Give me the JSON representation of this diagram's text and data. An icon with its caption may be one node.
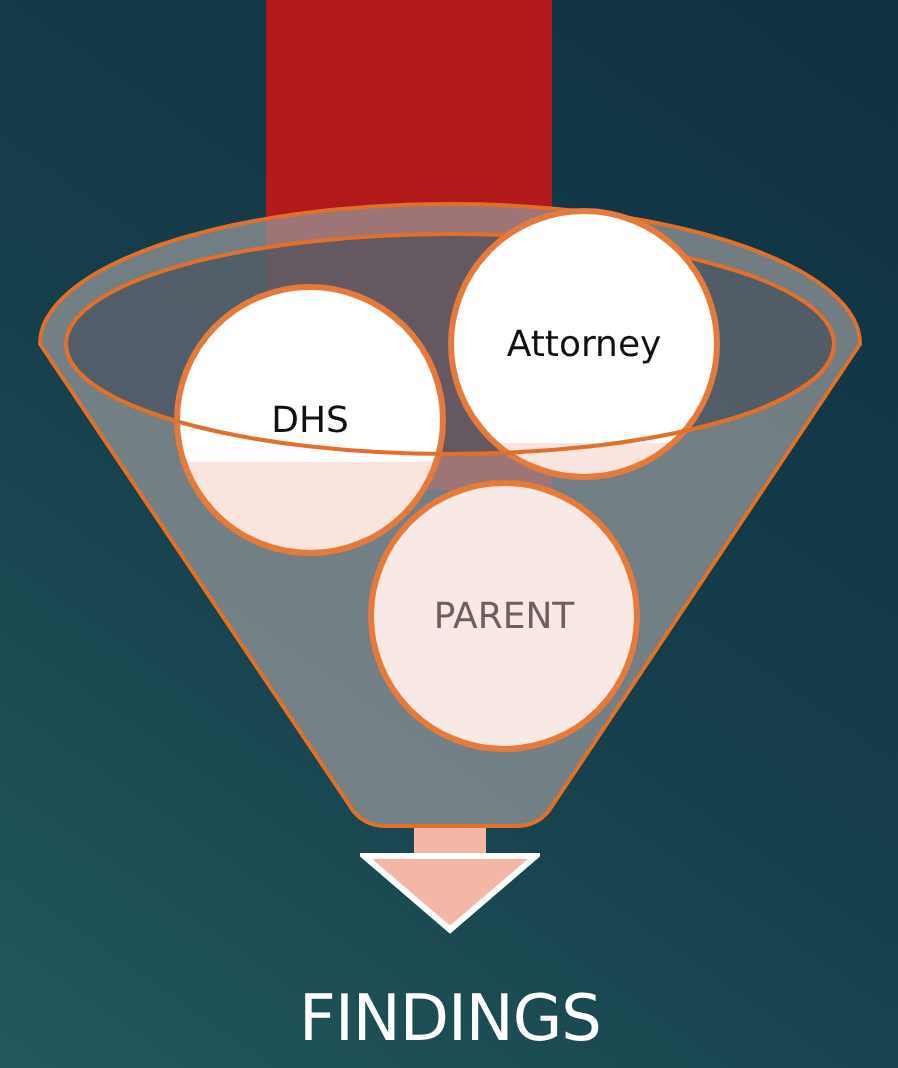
{
  "diagram": {
    "nodes": [
      {
        "text": [],
        "shape": "funnel"
      },
      {
        "text": [
          "DHS"
        ],
        "in": 0
      },
      {
        "text": [
          "Attorney"
        ],
        "in": 0
      },
      {
        "text": [
          "PARENT"
        ],
        "in": 0
      },
      {
        "text": [
          "FINDINGS"
        ]
      }
    ],
    "edges": [
      {
        "from": 0,
        "to": 4,
        "arrow": "to"
      }
    ]
  }
}
